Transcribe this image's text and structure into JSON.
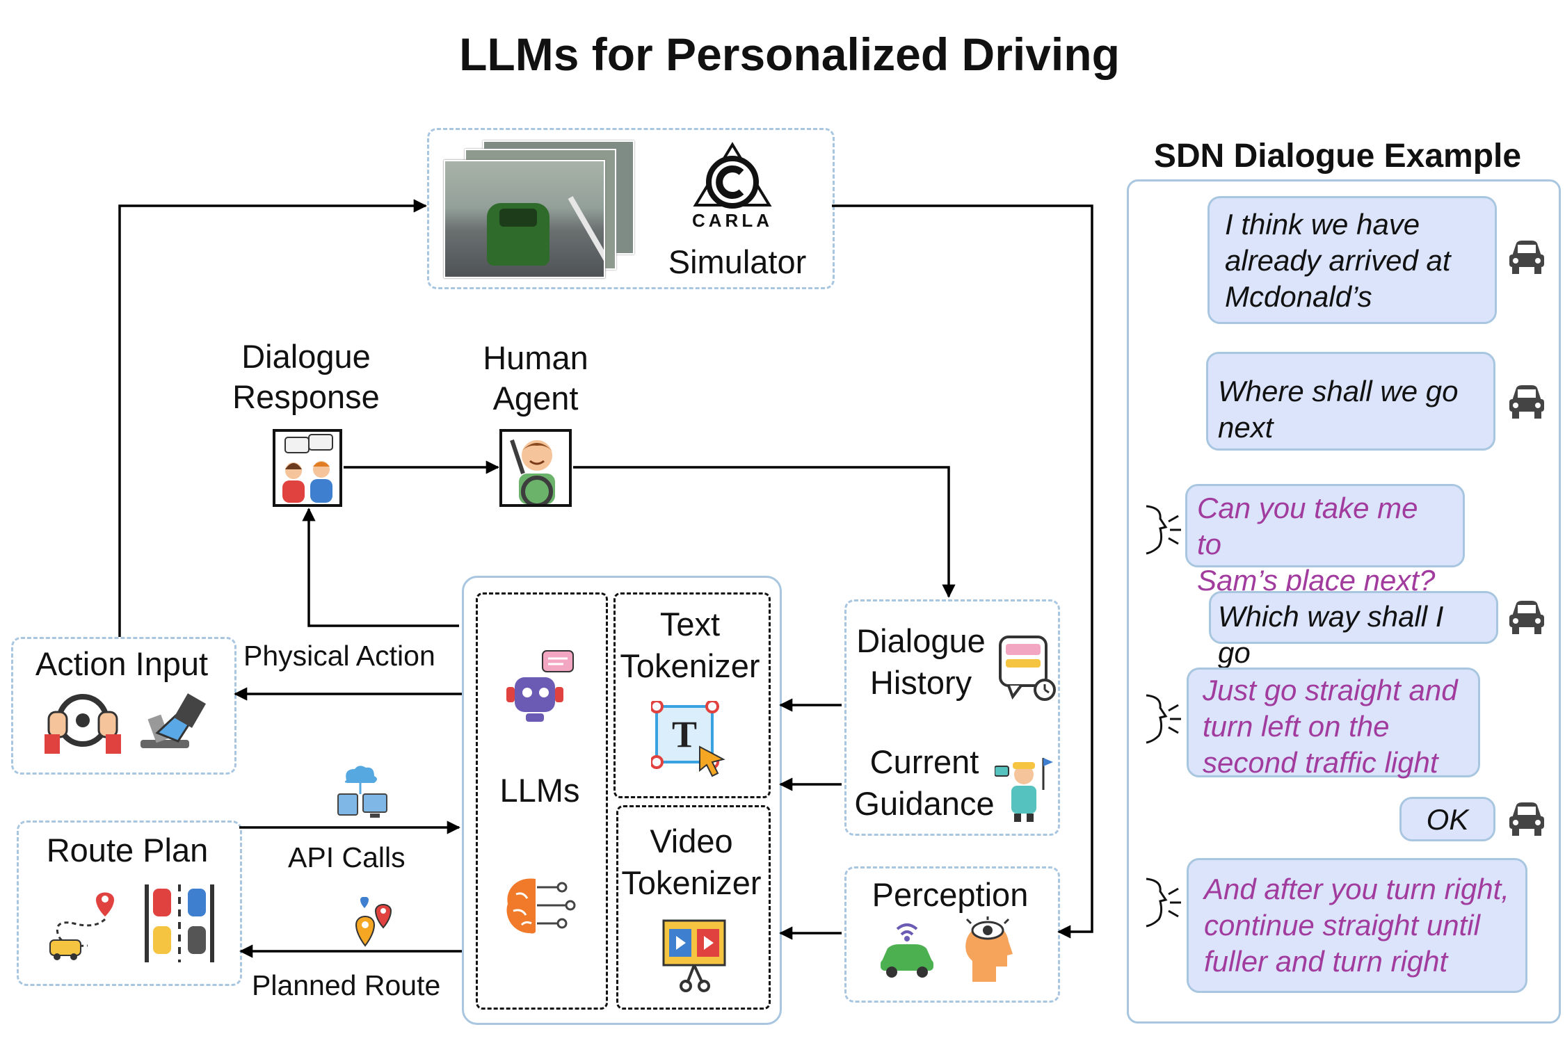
{
  "title": "LLMs for Personalized Driving",
  "simulator": {
    "label": "Simulator",
    "logo_text": "CARLA"
  },
  "nodes": {
    "dialogue_response": "Dialogue\nResponse",
    "human_agent": "Human\nAgent",
    "action_input": "Action Input",
    "route_plan": "Route Plan",
    "llms": "LLMs",
    "text_tokenizer": "Text\nTokenizer",
    "video_tokenizer": "Video\nTokenizer",
    "dialogue_history": "Dialogue\nHistory",
    "current_guidance": "Current\nGuidance",
    "perception": "Perception"
  },
  "edges": {
    "physical_action": "Physical Action",
    "api_calls": "API Calls",
    "planned_route": "Planned Route"
  },
  "dialogue": {
    "title": "SDN Dialogue Example",
    "messages": [
      {
        "speaker": "car",
        "text": "I think we have\nalready arrived at\nMcdonald’s"
      },
      {
        "speaker": "car",
        "text": "Where shall we go\nnext"
      },
      {
        "speaker": "user",
        "text": "Can you take me to\nSam’s place next?"
      },
      {
        "speaker": "car",
        "text": "Which way shall I go"
      },
      {
        "speaker": "user",
        "text": "Just go straight and\nturn left on the\nsecond traffic light"
      },
      {
        "speaker": "car",
        "text": "OK"
      },
      {
        "speaker": "user",
        "text": "And after you turn right,\ncontinue straight until\nfuller and turn right"
      }
    ]
  },
  "colors": {
    "box_border": "#a9c6e0",
    "bubble_fill": "#dbe4fb",
    "user_text": "#a13b9e"
  }
}
